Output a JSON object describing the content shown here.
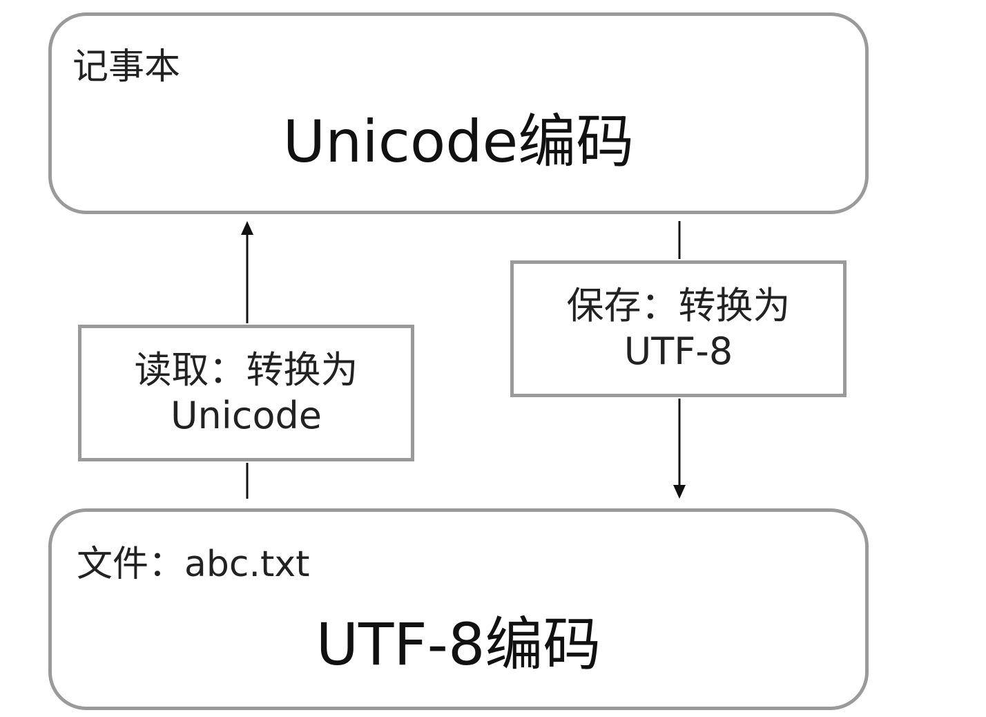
{
  "notepad": {
    "title": "记事本",
    "encoding": "Unicode编码"
  },
  "read_step": {
    "line1": "读取：转换为",
    "line2": "Unicode"
  },
  "save_step": {
    "line1": "保存：转换为",
    "line2": "UTF-8"
  },
  "file": {
    "title": "文件：abc.txt",
    "encoding": "UTF-8编码"
  }
}
